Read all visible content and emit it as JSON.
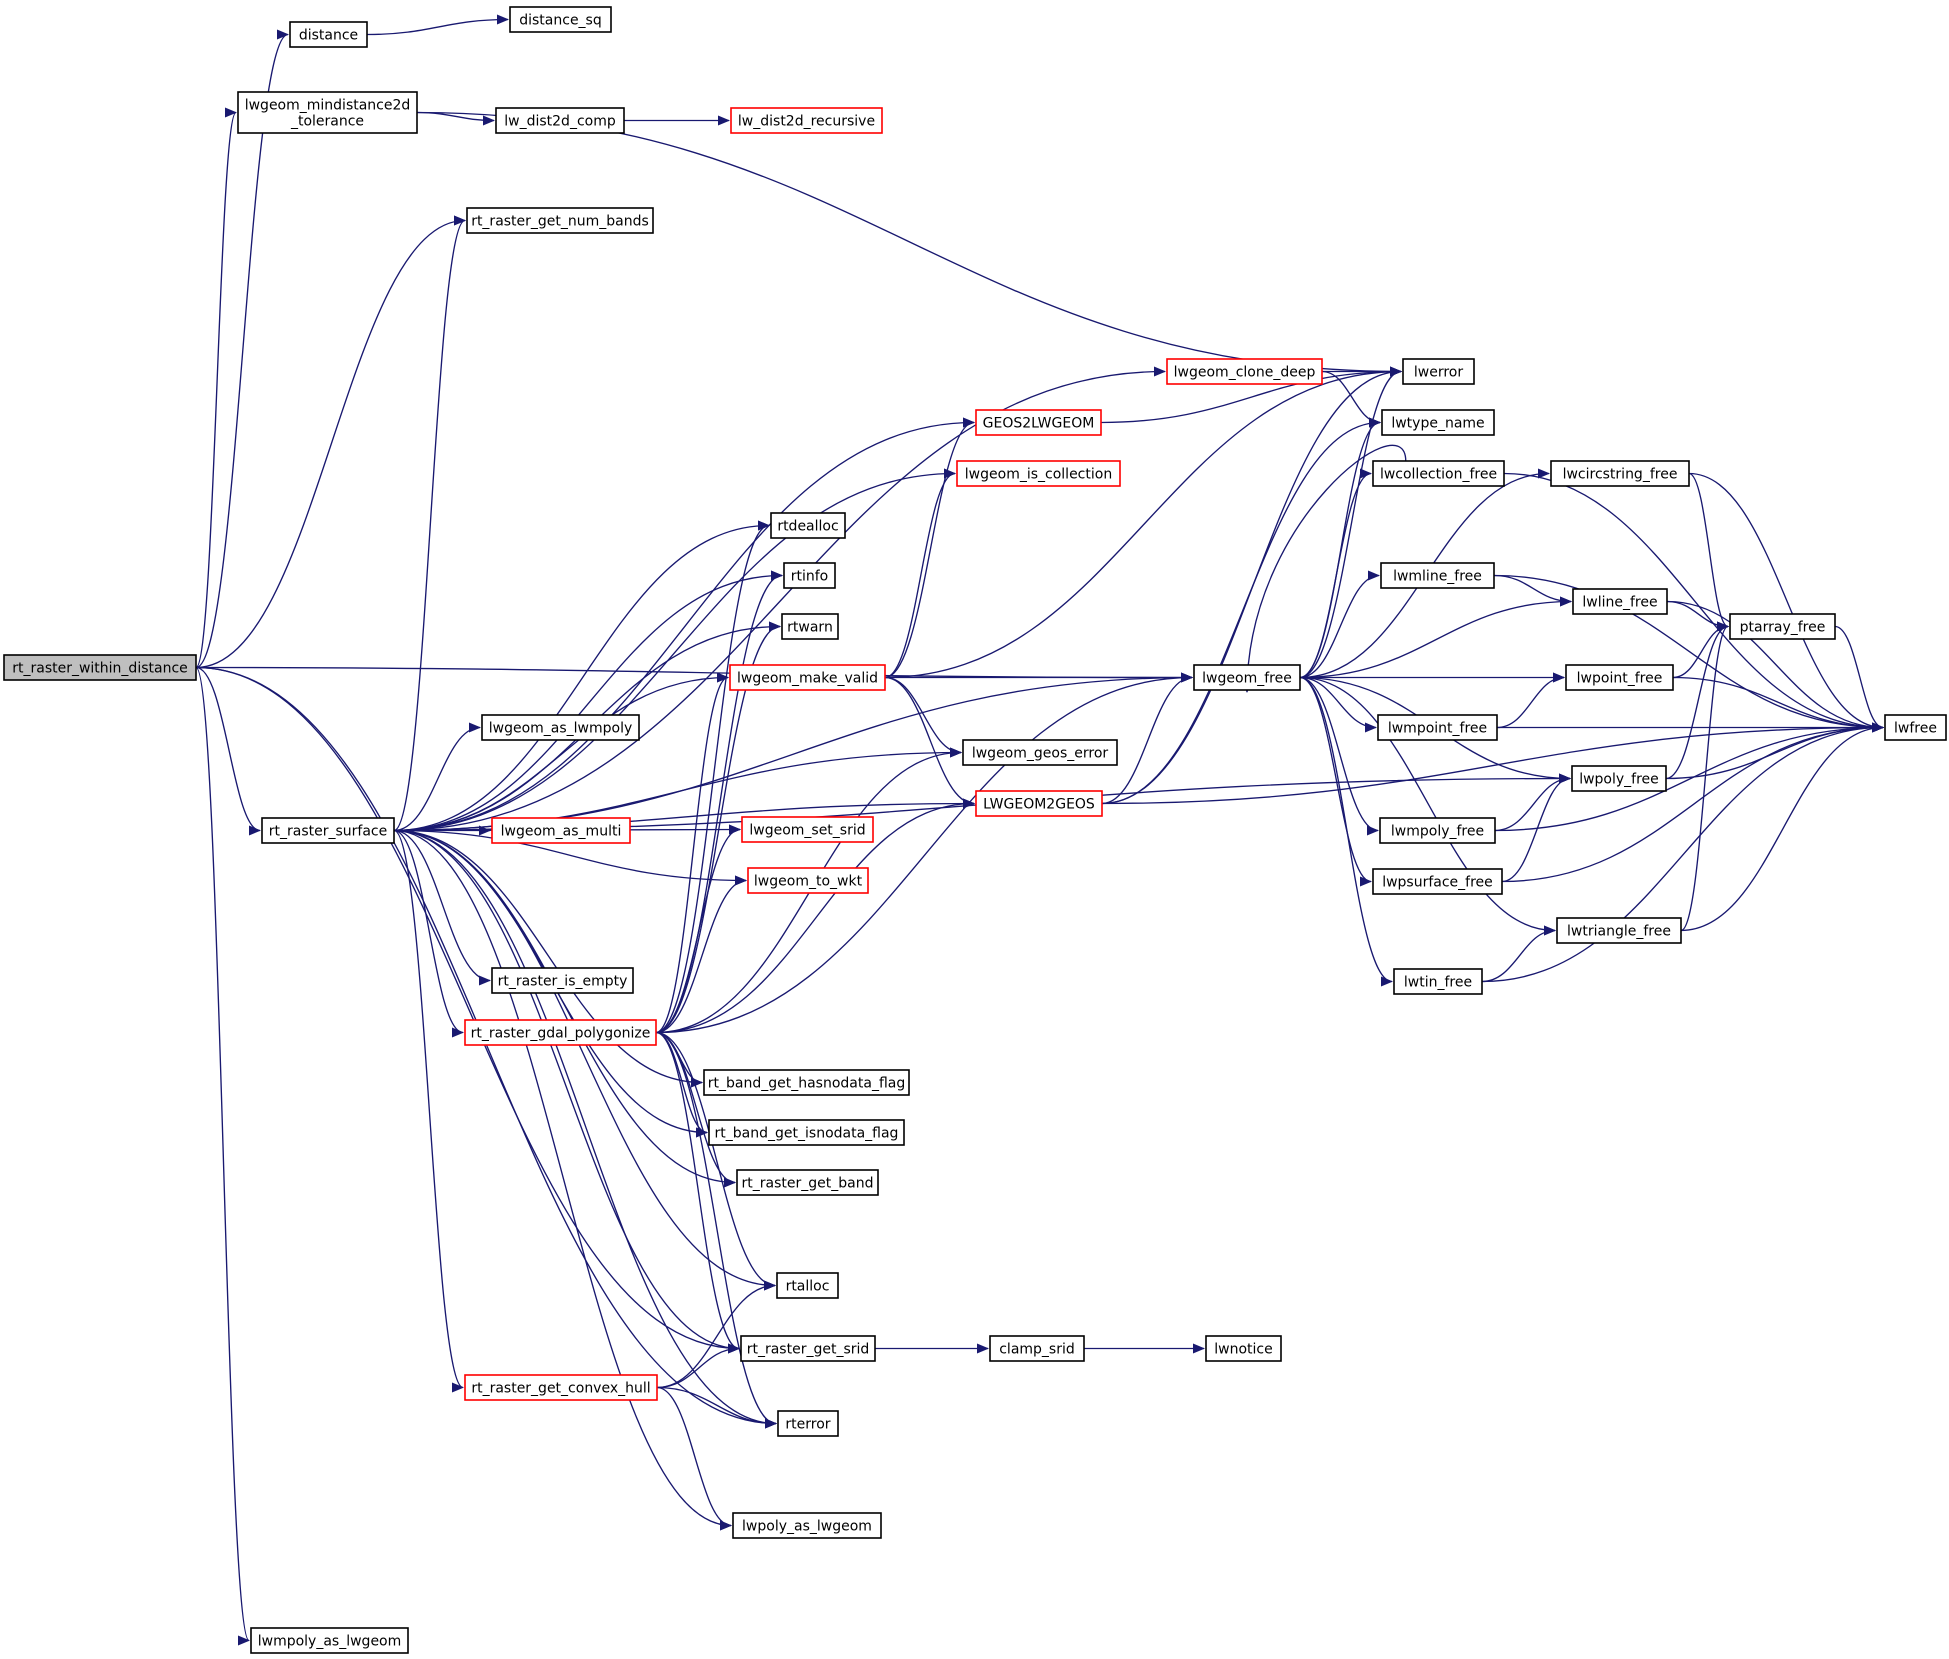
{
  "colors": {
    "background": "#ffffff",
    "edge": "#191970",
    "node_border": "#000000",
    "node_border_truncated": "#ff0000",
    "node_fill": "#ffffff",
    "root_fill": "#bfbfbf",
    "text": "#000000"
  },
  "graph": {
    "root": "rt_raster_within_distance",
    "nodes": [
      {
        "id": "rt_raster_within_distance",
        "label": "rt_raster_within_distance",
        "root": true
      },
      {
        "id": "distance",
        "label": "distance"
      },
      {
        "id": "distance_sq",
        "label": "distance_sq"
      },
      {
        "id": "lwgeom_mindistance2d_tolerance",
        "label": "lwgeom_mindistance2d\n_tolerance"
      },
      {
        "id": "lw_dist2d_comp",
        "label": "lw_dist2d_comp"
      },
      {
        "id": "lw_dist2d_recursive",
        "label": "lw_dist2d_recursive",
        "truncated": true
      },
      {
        "id": "rt_raster_get_num_bands",
        "label": "rt_raster_get_num_bands"
      },
      {
        "id": "rt_raster_surface",
        "label": "rt_raster_surface"
      },
      {
        "id": "lwmpoly_as_lwgeom",
        "label": "lwmpoly_as_lwgeom"
      },
      {
        "id": "lwgeom_clone_deep",
        "label": "lwgeom_clone_deep",
        "truncated": true
      },
      {
        "id": "lwerror",
        "label": "lwerror"
      },
      {
        "id": "lwtype_name",
        "label": "lwtype_name"
      },
      {
        "id": "GEOS2LWGEOM",
        "label": "GEOS2LWGEOM",
        "truncated": true
      },
      {
        "id": "lwgeom_is_collection",
        "label": "lwgeom_is_collection",
        "truncated": true
      },
      {
        "id": "lwcollection_free",
        "label": "lwcollection_free"
      },
      {
        "id": "lwcircstring_free",
        "label": "lwcircstring_free"
      },
      {
        "id": "rtdealloc",
        "label": "rtdealloc"
      },
      {
        "id": "rtinfo",
        "label": "rtinfo"
      },
      {
        "id": "lwmline_free",
        "label": "lwmline_free"
      },
      {
        "id": "lwline_free",
        "label": "lwline_free"
      },
      {
        "id": "rtwarn",
        "label": "rtwarn"
      },
      {
        "id": "ptarray_free",
        "label": "ptarray_free"
      },
      {
        "id": "lwgeom_make_valid",
        "label": "lwgeom_make_valid",
        "truncated": true
      },
      {
        "id": "lwgeom_free",
        "label": "lwgeom_free"
      },
      {
        "id": "lwpoint_free",
        "label": "lwpoint_free"
      },
      {
        "id": "lwgeom_as_lwmpoly",
        "label": "lwgeom_as_lwmpoly"
      },
      {
        "id": "lwmpoint_free",
        "label": "lwmpoint_free"
      },
      {
        "id": "lwfree",
        "label": "lwfree"
      },
      {
        "id": "lwgeom_geos_error",
        "label": "lwgeom_geos_error"
      },
      {
        "id": "LWGEOM2GEOS",
        "label": "LWGEOM2GEOS",
        "truncated": true
      },
      {
        "id": "lwpoly_free",
        "label": "lwpoly_free"
      },
      {
        "id": "lwgeom_as_multi",
        "label": "lwgeom_as_multi",
        "truncated": true
      },
      {
        "id": "lwgeom_set_srid",
        "label": "lwgeom_set_srid",
        "truncated": true
      },
      {
        "id": "lwmpoly_free",
        "label": "lwmpoly_free"
      },
      {
        "id": "lwgeom_to_wkt",
        "label": "lwgeom_to_wkt",
        "truncated": true
      },
      {
        "id": "lwpsurface_free",
        "label": "lwpsurface_free"
      },
      {
        "id": "lwtriangle_free",
        "label": "lwtriangle_free"
      },
      {
        "id": "rt_raster_is_empty",
        "label": "rt_raster_is_empty"
      },
      {
        "id": "lwtin_free",
        "label": "lwtin_free"
      },
      {
        "id": "rt_raster_gdal_polygonize",
        "label": "rt_raster_gdal_polygonize",
        "truncated": true
      },
      {
        "id": "rt_band_get_hasnodata_flag",
        "label": "rt_band_get_hasnodata_flag"
      },
      {
        "id": "rt_band_get_isnodata_flag",
        "label": "rt_band_get_isnodata_flag"
      },
      {
        "id": "rt_raster_get_band",
        "label": "rt_raster_get_band"
      },
      {
        "id": "rtalloc",
        "label": "rtalloc"
      },
      {
        "id": "rt_raster_get_srid",
        "label": "rt_raster_get_srid"
      },
      {
        "id": "clamp_srid",
        "label": "clamp_srid"
      },
      {
        "id": "lwnotice",
        "label": "lwnotice"
      },
      {
        "id": "rt_raster_get_convex_hull",
        "label": "rt_raster_get_convex_hull",
        "truncated": true
      },
      {
        "id": "rterror",
        "label": "rterror"
      },
      {
        "id": "lwpoly_as_lwgeom",
        "label": "lwpoly_as_lwgeom"
      }
    ],
    "edges": [
      {
        "from": "rt_raster_within_distance",
        "to": "distance"
      },
      {
        "from": "rt_raster_within_distance",
        "to": "lwgeom_mindistance2d_tolerance"
      },
      {
        "from": "rt_raster_within_distance",
        "to": "rt_raster_get_num_bands"
      },
      {
        "from": "rt_raster_within_distance",
        "to": "lwgeom_free"
      },
      {
        "from": "rt_raster_within_distance",
        "to": "rt_raster_surface"
      },
      {
        "from": "rt_raster_within_distance",
        "to": "rt_raster_get_srid"
      },
      {
        "from": "rt_raster_within_distance",
        "to": "rterror"
      },
      {
        "from": "rt_raster_within_distance",
        "to": "lwmpoly_as_lwgeom"
      },
      {
        "from": "distance",
        "to": "distance_sq"
      },
      {
        "from": "lwgeom_mindistance2d_tolerance",
        "to": "lw_dist2d_comp"
      },
      {
        "from": "lwgeom_mindistance2d_tolerance",
        "to": "lwerror"
      },
      {
        "from": "lw_dist2d_comp",
        "to": "lw_dist2d_recursive"
      },
      {
        "from": "rt_raster_surface",
        "to": "rt_raster_get_num_bands"
      },
      {
        "from": "rt_raster_surface",
        "to": "lwpoly_free"
      },
      {
        "from": "rt_raster_surface",
        "to": "lwgeom_clone_deep"
      },
      {
        "from": "rt_raster_surface",
        "to": "lwgeom_free"
      },
      {
        "from": "rt_raster_surface",
        "to": "GEOS2LWGEOM"
      },
      {
        "from": "rt_raster_surface",
        "to": "lwgeom_is_collection"
      },
      {
        "from": "rt_raster_surface",
        "to": "rtdealloc"
      },
      {
        "from": "rt_raster_surface",
        "to": "rtinfo"
      },
      {
        "from": "rt_raster_surface",
        "to": "rtwarn"
      },
      {
        "from": "rt_raster_surface",
        "to": "lwgeom_make_valid"
      },
      {
        "from": "rt_raster_surface",
        "to": "lwgeom_as_lwmpoly"
      },
      {
        "from": "rt_raster_surface",
        "to": "lwgeom_geos_error"
      },
      {
        "from": "rt_raster_surface",
        "to": "lwgeom_as_multi"
      },
      {
        "from": "rt_raster_surface",
        "to": "lwgeom_set_srid"
      },
      {
        "from": "rt_raster_surface",
        "to": "lwgeom_to_wkt"
      },
      {
        "from": "rt_raster_surface",
        "to": "rt_raster_is_empty"
      },
      {
        "from": "rt_raster_surface",
        "to": "rt_raster_gdal_polygonize"
      },
      {
        "from": "rt_raster_surface",
        "to": "rt_band_get_hasnodata_flag"
      },
      {
        "from": "rt_raster_surface",
        "to": "rt_band_get_isnodata_flag"
      },
      {
        "from": "rt_raster_surface",
        "to": "rt_raster_get_band"
      },
      {
        "from": "rt_raster_surface",
        "to": "LWGEOM2GEOS"
      },
      {
        "from": "rt_raster_surface",
        "to": "rtalloc"
      },
      {
        "from": "rt_raster_surface",
        "to": "rt_raster_get_srid"
      },
      {
        "from": "rt_raster_surface",
        "to": "rt_raster_get_convex_hull"
      },
      {
        "from": "rt_raster_surface",
        "to": "rterror"
      },
      {
        "from": "rt_raster_surface",
        "to": "lwpoly_as_lwgeom"
      },
      {
        "from": "rt_raster_gdal_polygonize",
        "to": "rtdealloc"
      },
      {
        "from": "rt_raster_gdal_polygonize",
        "to": "rtinfo"
      },
      {
        "from": "rt_raster_gdal_polygonize",
        "to": "rtwarn"
      },
      {
        "from": "rt_raster_gdal_polygonize",
        "to": "lwgeom_make_valid"
      },
      {
        "from": "rt_raster_gdal_polygonize",
        "to": "lwgeom_geos_error"
      },
      {
        "from": "rt_raster_gdal_polygonize",
        "to": "LWGEOM2GEOS"
      },
      {
        "from": "rt_raster_gdal_polygonize",
        "to": "lwgeom_set_srid"
      },
      {
        "from": "rt_raster_gdal_polygonize",
        "to": "lwgeom_to_wkt"
      },
      {
        "from": "rt_raster_gdal_polygonize",
        "to": "lwgeom_free"
      },
      {
        "from": "rt_raster_gdal_polygonize",
        "to": "rt_band_get_hasnodata_flag"
      },
      {
        "from": "rt_raster_gdal_polygonize",
        "to": "rt_band_get_isnodata_flag"
      },
      {
        "from": "rt_raster_gdal_polygonize",
        "to": "rt_raster_get_band"
      },
      {
        "from": "rt_raster_gdal_polygonize",
        "to": "rtalloc"
      },
      {
        "from": "rt_raster_gdal_polygonize",
        "to": "rt_raster_get_srid"
      },
      {
        "from": "rt_raster_gdal_polygonize",
        "to": "rterror"
      },
      {
        "from": "rt_raster_get_convex_hull",
        "to": "rtalloc"
      },
      {
        "from": "rt_raster_get_convex_hull",
        "to": "rt_raster_get_srid"
      },
      {
        "from": "rt_raster_get_convex_hull",
        "to": "rterror"
      },
      {
        "from": "rt_raster_get_convex_hull",
        "to": "lwpoly_as_lwgeom"
      },
      {
        "from": "rt_raster_get_srid",
        "to": "clamp_srid"
      },
      {
        "from": "clamp_srid",
        "to": "lwnotice"
      },
      {
        "from": "lwgeom_make_valid",
        "to": "GEOS2LWGEOM"
      },
      {
        "from": "lwgeom_make_valid",
        "to": "lwgeom_is_collection"
      },
      {
        "from": "lwgeom_make_valid",
        "to": "lwerror"
      },
      {
        "from": "lwgeom_make_valid",
        "to": "lwgeom_free"
      },
      {
        "from": "lwgeom_make_valid",
        "to": "lwgeom_geos_error"
      },
      {
        "from": "lwgeom_make_valid",
        "to": "LWGEOM2GEOS"
      },
      {
        "from": "lwgeom_clone_deep",
        "to": "lwerror"
      },
      {
        "from": "lwgeom_clone_deep",
        "to": "lwtype_name"
      },
      {
        "from": "GEOS2LWGEOM",
        "to": "lwerror"
      },
      {
        "from": "LWGEOM2GEOS",
        "to": "lwerror"
      },
      {
        "from": "LWGEOM2GEOS",
        "to": "lwtype_name"
      },
      {
        "from": "LWGEOM2GEOS",
        "to": "lwgeom_free"
      },
      {
        "from": "LWGEOM2GEOS",
        "to": "lwfree"
      },
      {
        "from": "lwgeom_free",
        "to": "lwerror"
      },
      {
        "from": "lwgeom_free",
        "to": "lwtype_name"
      },
      {
        "from": "lwgeom_free",
        "to": "lwcollection_free"
      },
      {
        "from": "lwgeom_free",
        "to": "lwcircstring_free"
      },
      {
        "from": "lwgeom_free",
        "to": "lwmline_free"
      },
      {
        "from": "lwgeom_free",
        "to": "lwline_free"
      },
      {
        "from": "lwgeom_free",
        "to": "lwpoint_free"
      },
      {
        "from": "lwgeom_free",
        "to": "lwmpoint_free"
      },
      {
        "from": "lwgeom_free",
        "to": "lwpoly_free"
      },
      {
        "from": "lwgeom_free",
        "to": "lwmpoly_free"
      },
      {
        "from": "lwgeom_free",
        "to": "lwpsurface_free"
      },
      {
        "from": "lwgeom_free",
        "to": "lwtriangle_free"
      },
      {
        "from": "lwgeom_free",
        "to": "lwtin_free"
      },
      {
        "from": "lwcollection_free",
        "to": "lwgeom_free"
      },
      {
        "from": "lwcollection_free",
        "to": "lwfree"
      },
      {
        "from": "lwcircstring_free",
        "to": "ptarray_free"
      },
      {
        "from": "lwcircstring_free",
        "to": "lwfree"
      },
      {
        "from": "lwmline_free",
        "to": "lwline_free"
      },
      {
        "from": "lwmline_free",
        "to": "lwfree"
      },
      {
        "from": "lwline_free",
        "to": "ptarray_free"
      },
      {
        "from": "lwline_free",
        "to": "lwfree"
      },
      {
        "from": "ptarray_free",
        "to": "lwfree"
      },
      {
        "from": "lwpoint_free",
        "to": "ptarray_free"
      },
      {
        "from": "lwpoint_free",
        "to": "lwfree"
      },
      {
        "from": "lwmpoint_free",
        "to": "lwpoint_free"
      },
      {
        "from": "lwmpoint_free",
        "to": "lwfree"
      },
      {
        "from": "lwpoly_free",
        "to": "ptarray_free"
      },
      {
        "from": "lwpoly_free",
        "to": "lwfree"
      },
      {
        "from": "lwmpoly_free",
        "to": "lwpoly_free"
      },
      {
        "from": "lwmpoly_free",
        "to": "lwfree"
      },
      {
        "from": "lwpsurface_free",
        "to": "lwpoly_free"
      },
      {
        "from": "lwpsurface_free",
        "to": "lwfree"
      },
      {
        "from": "lwtriangle_free",
        "to": "ptarray_free"
      },
      {
        "from": "lwtriangle_free",
        "to": "lwfree"
      },
      {
        "from": "lwtin_free",
        "to": "lwtriangle_free"
      },
      {
        "from": "lwtin_free",
        "to": "lwfree"
      }
    ]
  }
}
